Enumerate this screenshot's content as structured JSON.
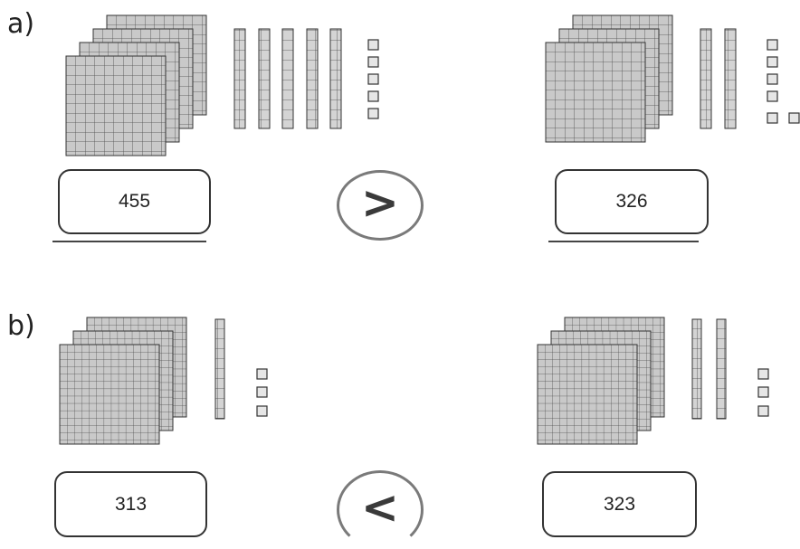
{
  "problems": [
    {
      "label": "a)",
      "left": {
        "number": "455",
        "hundreds": 4,
        "tens": 5,
        "ones": 5
      },
      "right": {
        "number": "326",
        "hundreds": 3,
        "tens": 2,
        "ones": 6
      },
      "comparison": ">"
    },
    {
      "label": "b)",
      "left": {
        "number": "313",
        "hundreds": 3,
        "tens": 1,
        "ones": 3
      },
      "right": {
        "number": "323",
        "hundreds": 3,
        "tens": 2,
        "ones": 3
      },
      "comparison": "<"
    }
  ]
}
